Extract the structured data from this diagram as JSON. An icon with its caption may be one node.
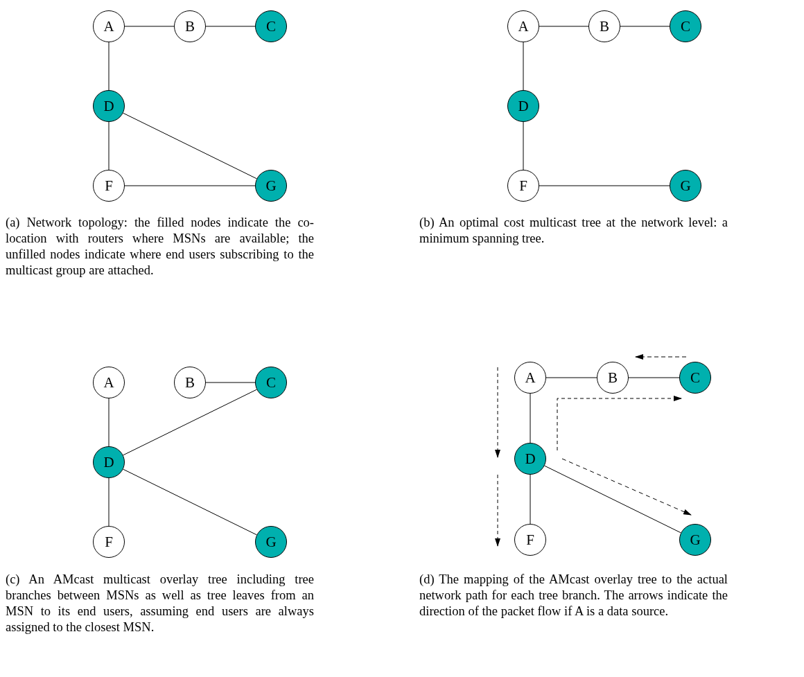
{
  "diagram": {
    "nodes": [
      {
        "text": [
          "A"
        ]
      },
      {
        "text": [
          "B"
        ]
      },
      {
        "text": [
          "C"
        ]
      },
      {
        "text": [
          "D"
        ]
      },
      {
        "text": [
          "F"
        ]
      },
      {
        "text": [
          "G"
        ]
      },
      {
        "text": [
          "A"
        ]
      },
      {
        "text": [
          "B"
        ]
      },
      {
        "text": [
          "C"
        ]
      },
      {
        "text": [
          "D"
        ]
      },
      {
        "text": [
          "F"
        ]
      },
      {
        "text": [
          "G"
        ]
      },
      {
        "text": [
          "A"
        ]
      },
      {
        "text": [
          "B"
        ]
      },
      {
        "text": [
          "C"
        ]
      },
      {
        "text": [
          "D"
        ]
      },
      {
        "text": [
          "F"
        ]
      },
      {
        "text": [
          "G"
        ]
      },
      {
        "text": [
          "A"
        ]
      },
      {
        "text": [
          "B"
        ]
      },
      {
        "text": [
          "C"
        ]
      },
      {
        "text": [
          "D"
        ]
      },
      {
        "text": [
          "F"
        ]
      },
      {
        "text": [
          "G"
        ]
      }
    ],
    "edges": [
      {
        "from": 0,
        "to": 1,
        "arrow": "none"
      },
      {
        "from": 1,
        "to": 2,
        "arrow": "none"
      },
      {
        "from": 0,
        "to": 3,
        "arrow": "none"
      },
      {
        "from": 3,
        "to": 4,
        "arrow": "none"
      },
      {
        "from": 3,
        "to": 5,
        "arrow": "none"
      },
      {
        "from": 4,
        "to": 5,
        "arrow": "none"
      },
      {
        "from": 6,
        "to": 7,
        "arrow": "none"
      },
      {
        "from": 7,
        "to": 8,
        "arrow": "none"
      },
      {
        "from": 6,
        "to": 9,
        "arrow": "none"
      },
      {
        "from": 9,
        "to": 10,
        "arrow": "none"
      },
      {
        "from": 10,
        "to": 11,
        "arrow": "none"
      },
      {
        "from": 13,
        "to": 14,
        "arrow": "none"
      },
      {
        "from": 12,
        "to": 15,
        "arrow": "none"
      },
      {
        "from": 15,
        "to": 14,
        "arrow": "none"
      },
      {
        "from": 15,
        "to": 16,
        "arrow": "none"
      },
      {
        "from": 15,
        "to": 17,
        "arrow": "none"
      },
      {
        "from": 18,
        "to": 19,
        "arrow": "none"
      },
      {
        "from": 19,
        "to": 20,
        "arrow": "none"
      },
      {
        "from": 18,
        "to": 21,
        "arrow": "none"
      },
      {
        "from": 21,
        "to": 22,
        "arrow": "none"
      },
      {
        "from": 21,
        "to": 23,
        "arrow": "none"
      },
      {
        "from": 20,
        "to": 19,
        "arrow": "to",
        "style": "dashed"
      }
    ],
    "labels": [
      "(a) Network topology: the filled nodes indicate the co-location with routers where MSNs are available; the unfilled nodes indicate where end users subscribing to the multicast group are attached.",
      "(b) An optimal cost multicast tree at the network level: a minimum spanning tree.",
      "(c) An AMcast multicast overlay tree including tree branches between MSNs as well as tree leaves from an MSN to its end users, assuming end users are always assigned to the closest MSN.",
      "(d) The mapping of the AMcast overlay tree to the actual network path for each tree branch. The arrows indicate the direction of the packet flow if A is a data source."
    ]
  }
}
